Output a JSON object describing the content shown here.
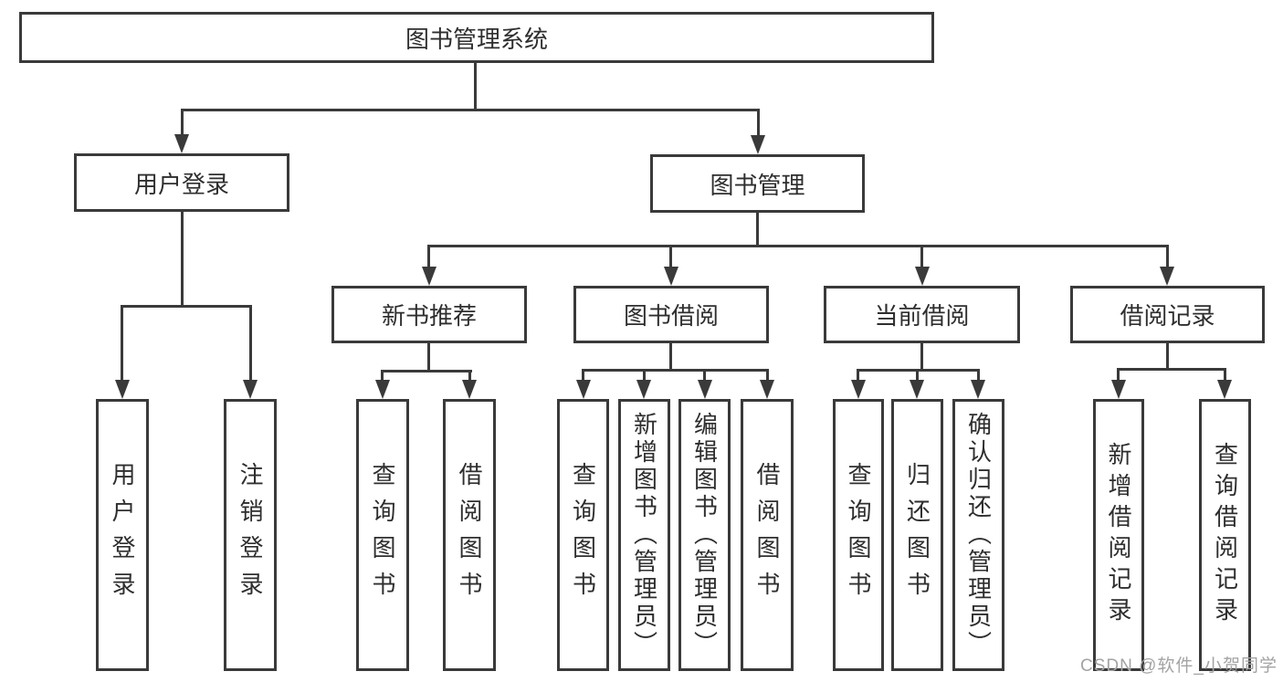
{
  "diagram": {
    "title": "图书管理系统",
    "level2": [
      {
        "label": "用户登录"
      },
      {
        "label": "图书管理"
      }
    ],
    "level3": [
      {
        "label": "新书推荐",
        "parent": "图书管理"
      },
      {
        "label": "图书借阅",
        "parent": "图书管理"
      },
      {
        "label": "当前借阅",
        "parent": "图书管理"
      },
      {
        "label": "借阅记录",
        "parent": "图书管理"
      }
    ],
    "level4": [
      {
        "label": "用户登录",
        "parent": "用户登录"
      },
      {
        "label": "注销登录",
        "parent": "用户登录"
      },
      {
        "label": "查询图书",
        "parent": "新书推荐"
      },
      {
        "label": "借阅图书",
        "parent": "新书推荐"
      },
      {
        "label": "查询图书",
        "parent": "图书借阅"
      },
      {
        "label": "新增图书（管理员）",
        "parent": "图书借阅"
      },
      {
        "label": "编辑图书（管理员）",
        "parent": "图书借阅"
      },
      {
        "label": "借阅图书",
        "parent": "图书借阅"
      },
      {
        "label": "查询图书",
        "parent": "当前借阅"
      },
      {
        "label": "归还图书",
        "parent": "当前借阅"
      },
      {
        "label": "确认归还（管理员）",
        "parent": "当前借阅"
      },
      {
        "label": "新增借阅记录",
        "parent": "借阅记录"
      },
      {
        "label": "查询借阅记录",
        "parent": "借阅记录"
      }
    ]
  },
  "watermark": {
    "text": "CSDN @软件_小贺同学"
  },
  "colors": {
    "line": "#3a3a3a",
    "text": "#2e2e2e",
    "background": "#ffffff",
    "watermark": "#a3a3a3"
  }
}
